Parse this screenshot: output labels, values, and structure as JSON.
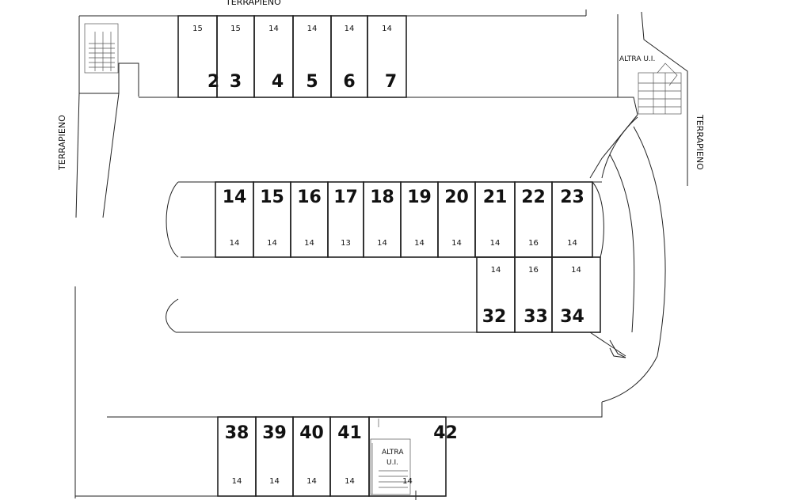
{
  "labels": {
    "top": "TERRAPIENO",
    "left": "TERRAPIENO",
    "right": "TERRAPIENO",
    "altra_top": "ALTRA U.I.",
    "altra_bottom_1": "ALTRA",
    "altra_bottom_2": "U.I."
  },
  "row1": [
    {
      "id": "2",
      "area": "15"
    },
    {
      "id": "3",
      "area": "15"
    },
    {
      "id": "4",
      "area": "14"
    },
    {
      "id": "5",
      "area": "14"
    },
    {
      "id": "6",
      "area": "14"
    },
    {
      "id": "7",
      "area": "14"
    }
  ],
  "row2": [
    {
      "id": "14",
      "area": "14"
    },
    {
      "id": "15",
      "area": "14"
    },
    {
      "id": "16",
      "area": "14"
    },
    {
      "id": "17",
      "area": "13"
    },
    {
      "id": "18",
      "area": "14"
    },
    {
      "id": "19",
      "area": "14"
    },
    {
      "id": "20",
      "area": "14"
    },
    {
      "id": "21",
      "area": "14"
    },
    {
      "id": "22",
      "area": "16"
    },
    {
      "id": "23",
      "area": "14"
    }
  ],
  "row3": [
    {
      "id": "32",
      "area": "14"
    },
    {
      "id": "33",
      "area": "16"
    },
    {
      "id": "34",
      "area": "14"
    }
  ],
  "row4": [
    {
      "id": "38",
      "area": "14"
    },
    {
      "id": "39",
      "area": "14"
    },
    {
      "id": "40",
      "area": "14"
    },
    {
      "id": "41",
      "area": "14"
    },
    {
      "id": "42",
      "area": "14"
    }
  ]
}
